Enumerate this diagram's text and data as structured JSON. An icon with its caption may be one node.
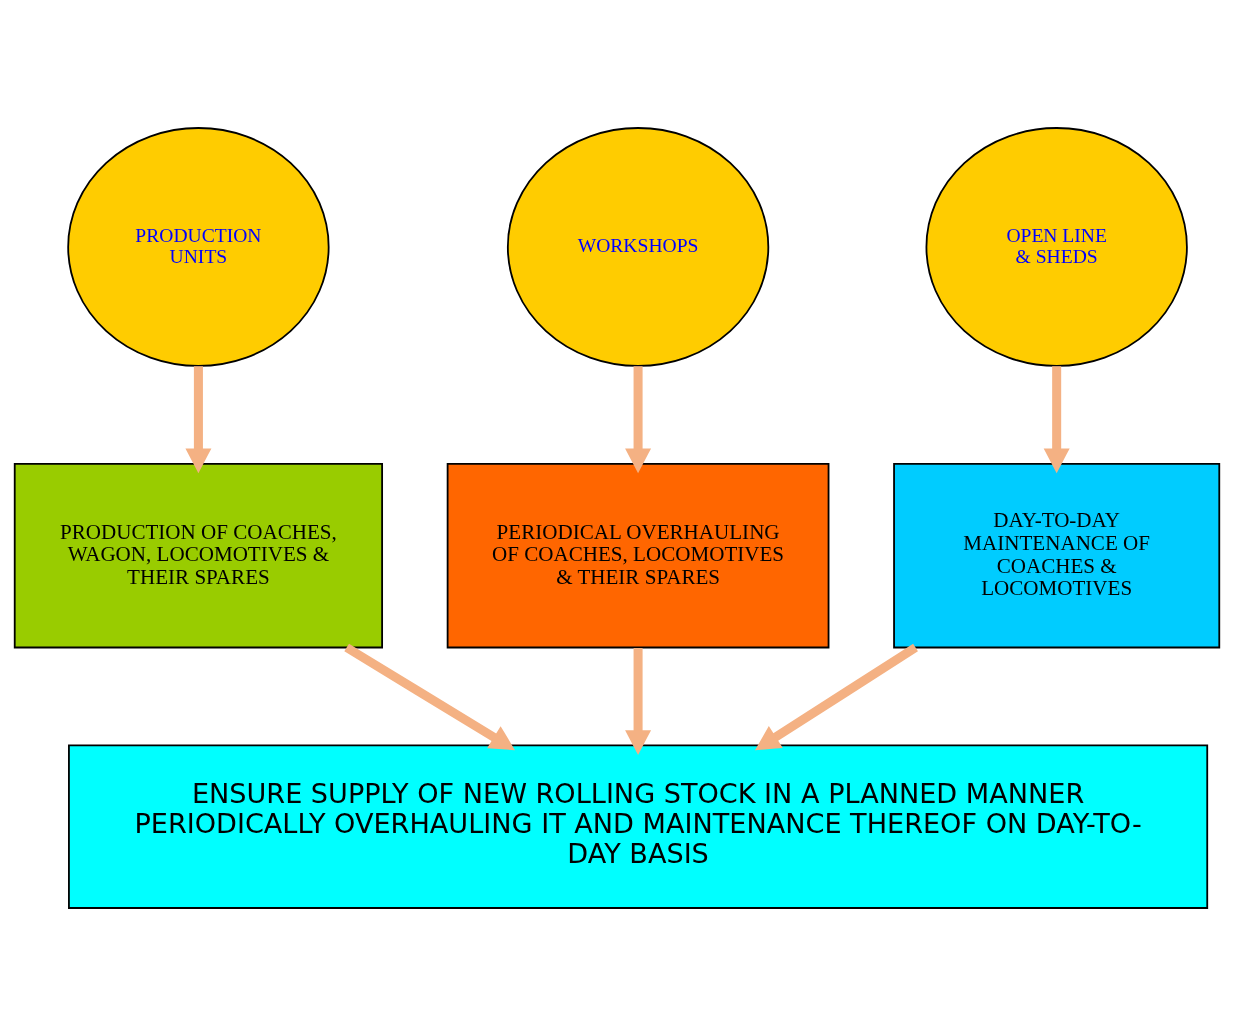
{
  "diagram": {
    "nodes": [
      {
        "text": [
          "PRODUCTION UNITS"
        ]
      },
      {
        "text": [
          "WORKSHOPS"
        ]
      },
      {
        "text": [
          "OPEN LINE & SHEDS"
        ]
      },
      {
        "text": [
          "PRODUCTION OF COACHES, WAGON, LOCOMOTIVES & THEIR SPARES"
        ]
      },
      {
        "text": [
          "PERIODICAL OVERHAULING OF COACHES, LOCOMOTIVES & THEIR SPARES"
        ]
      },
      {
        "text": [
          "DAY-TO-DAY MAINTENANCE OF COACHES & LOCOMOTIVES"
        ]
      },
      {
        "text": [
          "ENSURE SUPPLY OF NEW ROLLING STOCK IN A PLANNED MANNER PERIODICALLY OVERHAULING IT AND MAINTENANCE THEREOF ON DAY-TO-DAY BASIS"
        ]
      }
    ],
    "edges": [
      {
        "from": 0,
        "to": 3,
        "arrow": "to"
      },
      {
        "from": 1,
        "to": 4,
        "arrow": "to"
      },
      {
        "from": 2,
        "to": 5,
        "arrow": "to"
      },
      {
        "from": 3,
        "to": 6,
        "arrow": "to"
      },
      {
        "from": 4,
        "to": 6,
        "arrow": "to"
      },
      {
        "from": 5,
        "to": 6,
        "arrow": "to"
      }
    ]
  }
}
